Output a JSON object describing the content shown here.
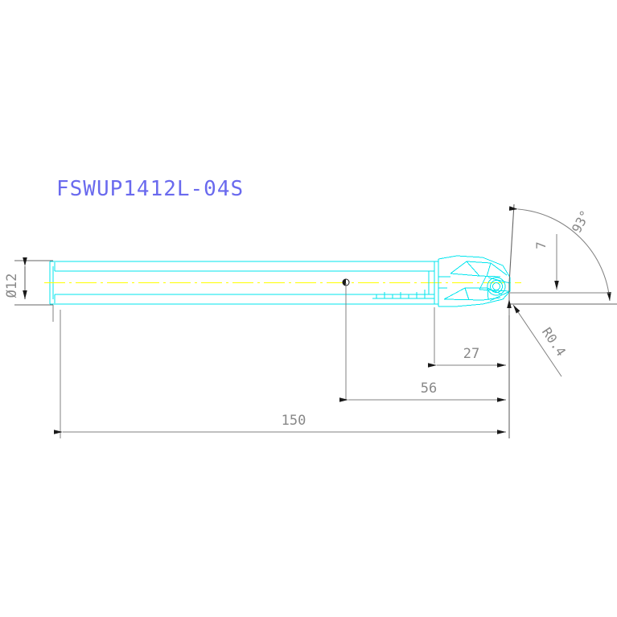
{
  "drawing": {
    "title": "FSWUP1412L-04S",
    "title_color": "#6a6aee",
    "background_color": "#ffffff",
    "part_color": "#00e5ee",
    "centerline_color": "#ffff00",
    "dimension_color": "#888888",
    "view_type": "side-elevation",
    "units": "mm"
  },
  "dimensions": {
    "shank_diameter": "Ø12",
    "overall_length": "150",
    "coolant_to_tip": "56",
    "head_length": "27",
    "head_height": "7",
    "lead_angle": "93°",
    "corner_radius": "R0.4"
  },
  "labels": {
    "diameter_label": "Ø12",
    "length_150": "150",
    "length_56": "56",
    "length_27": "27",
    "height_7": "7",
    "angle_93": "93°",
    "radius_r04": "R0.4"
  },
  "features": {
    "shank": "cylindrical-shank",
    "head": "boring-bar-head",
    "insert": "triangular-insert",
    "screw": "insert-clamp-screw",
    "coolant_hole": "coolant-outlet",
    "scale_marks": "graduation-scale"
  }
}
